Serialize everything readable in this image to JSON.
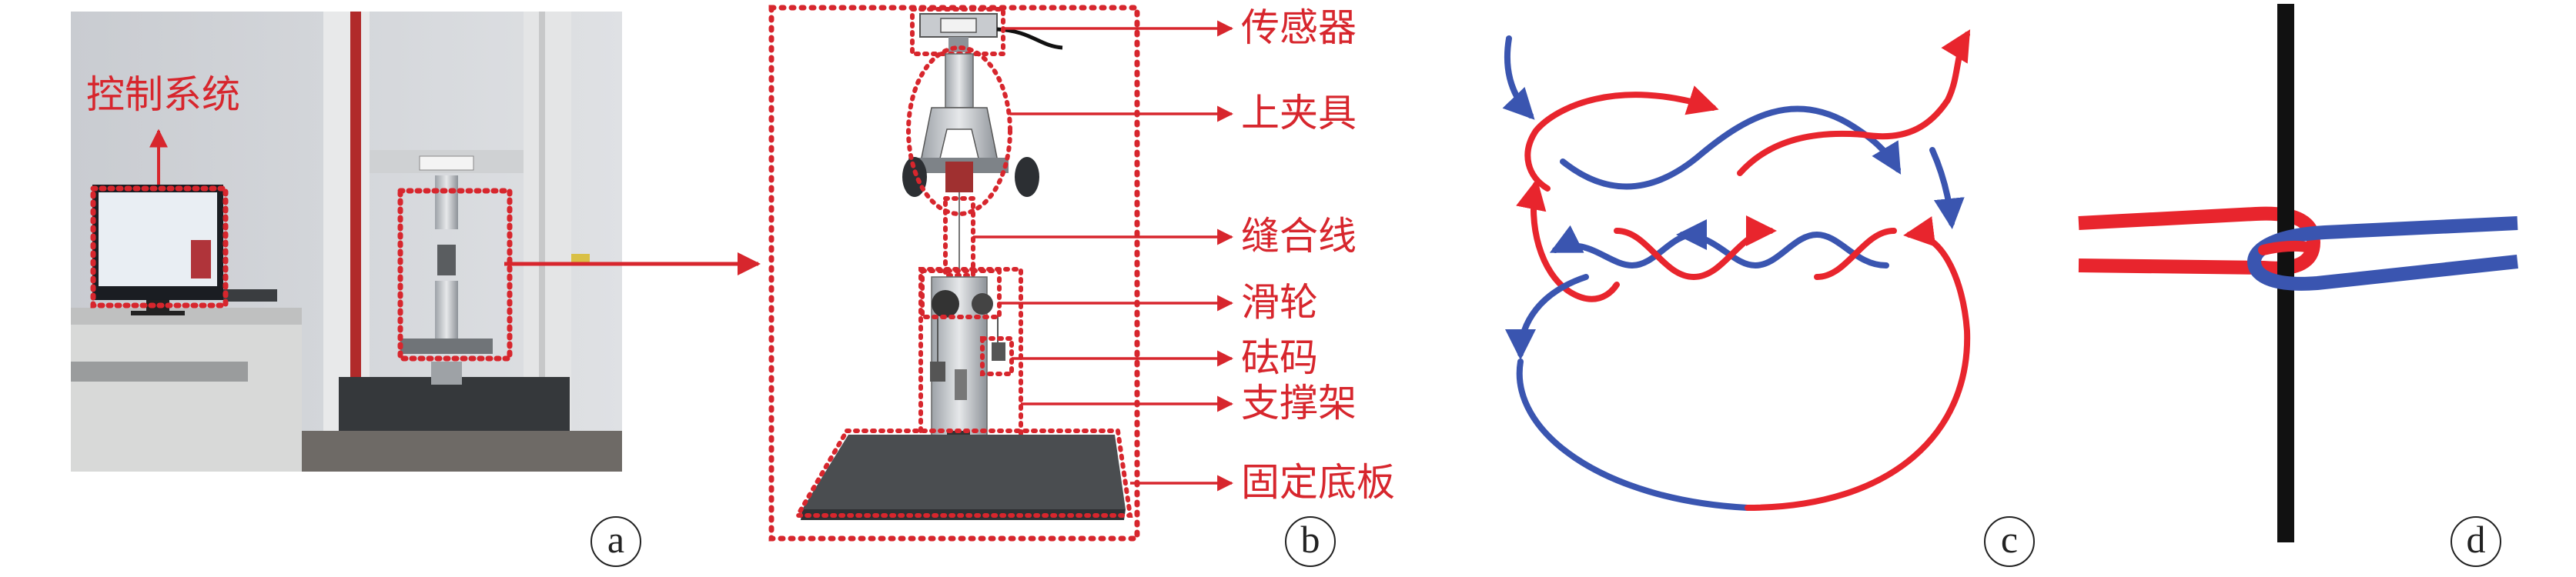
{
  "panel_a": {
    "label": "控制系统",
    "letter": "a"
  },
  "panel_b": {
    "letter": "b",
    "labels": [
      "传感器",
      "上夹具",
      "缝合线",
      "滑轮",
      "砝码",
      "支撑架",
      "固定底板"
    ]
  },
  "panel_c": {
    "letter": "c"
  },
  "panel_d": {
    "letter": "d"
  },
  "colors": {
    "annotation_red": "#d7262d",
    "thread_red": "#e8252d",
    "thread_blue": "#3a55b0",
    "rod_black": "#111111"
  }
}
